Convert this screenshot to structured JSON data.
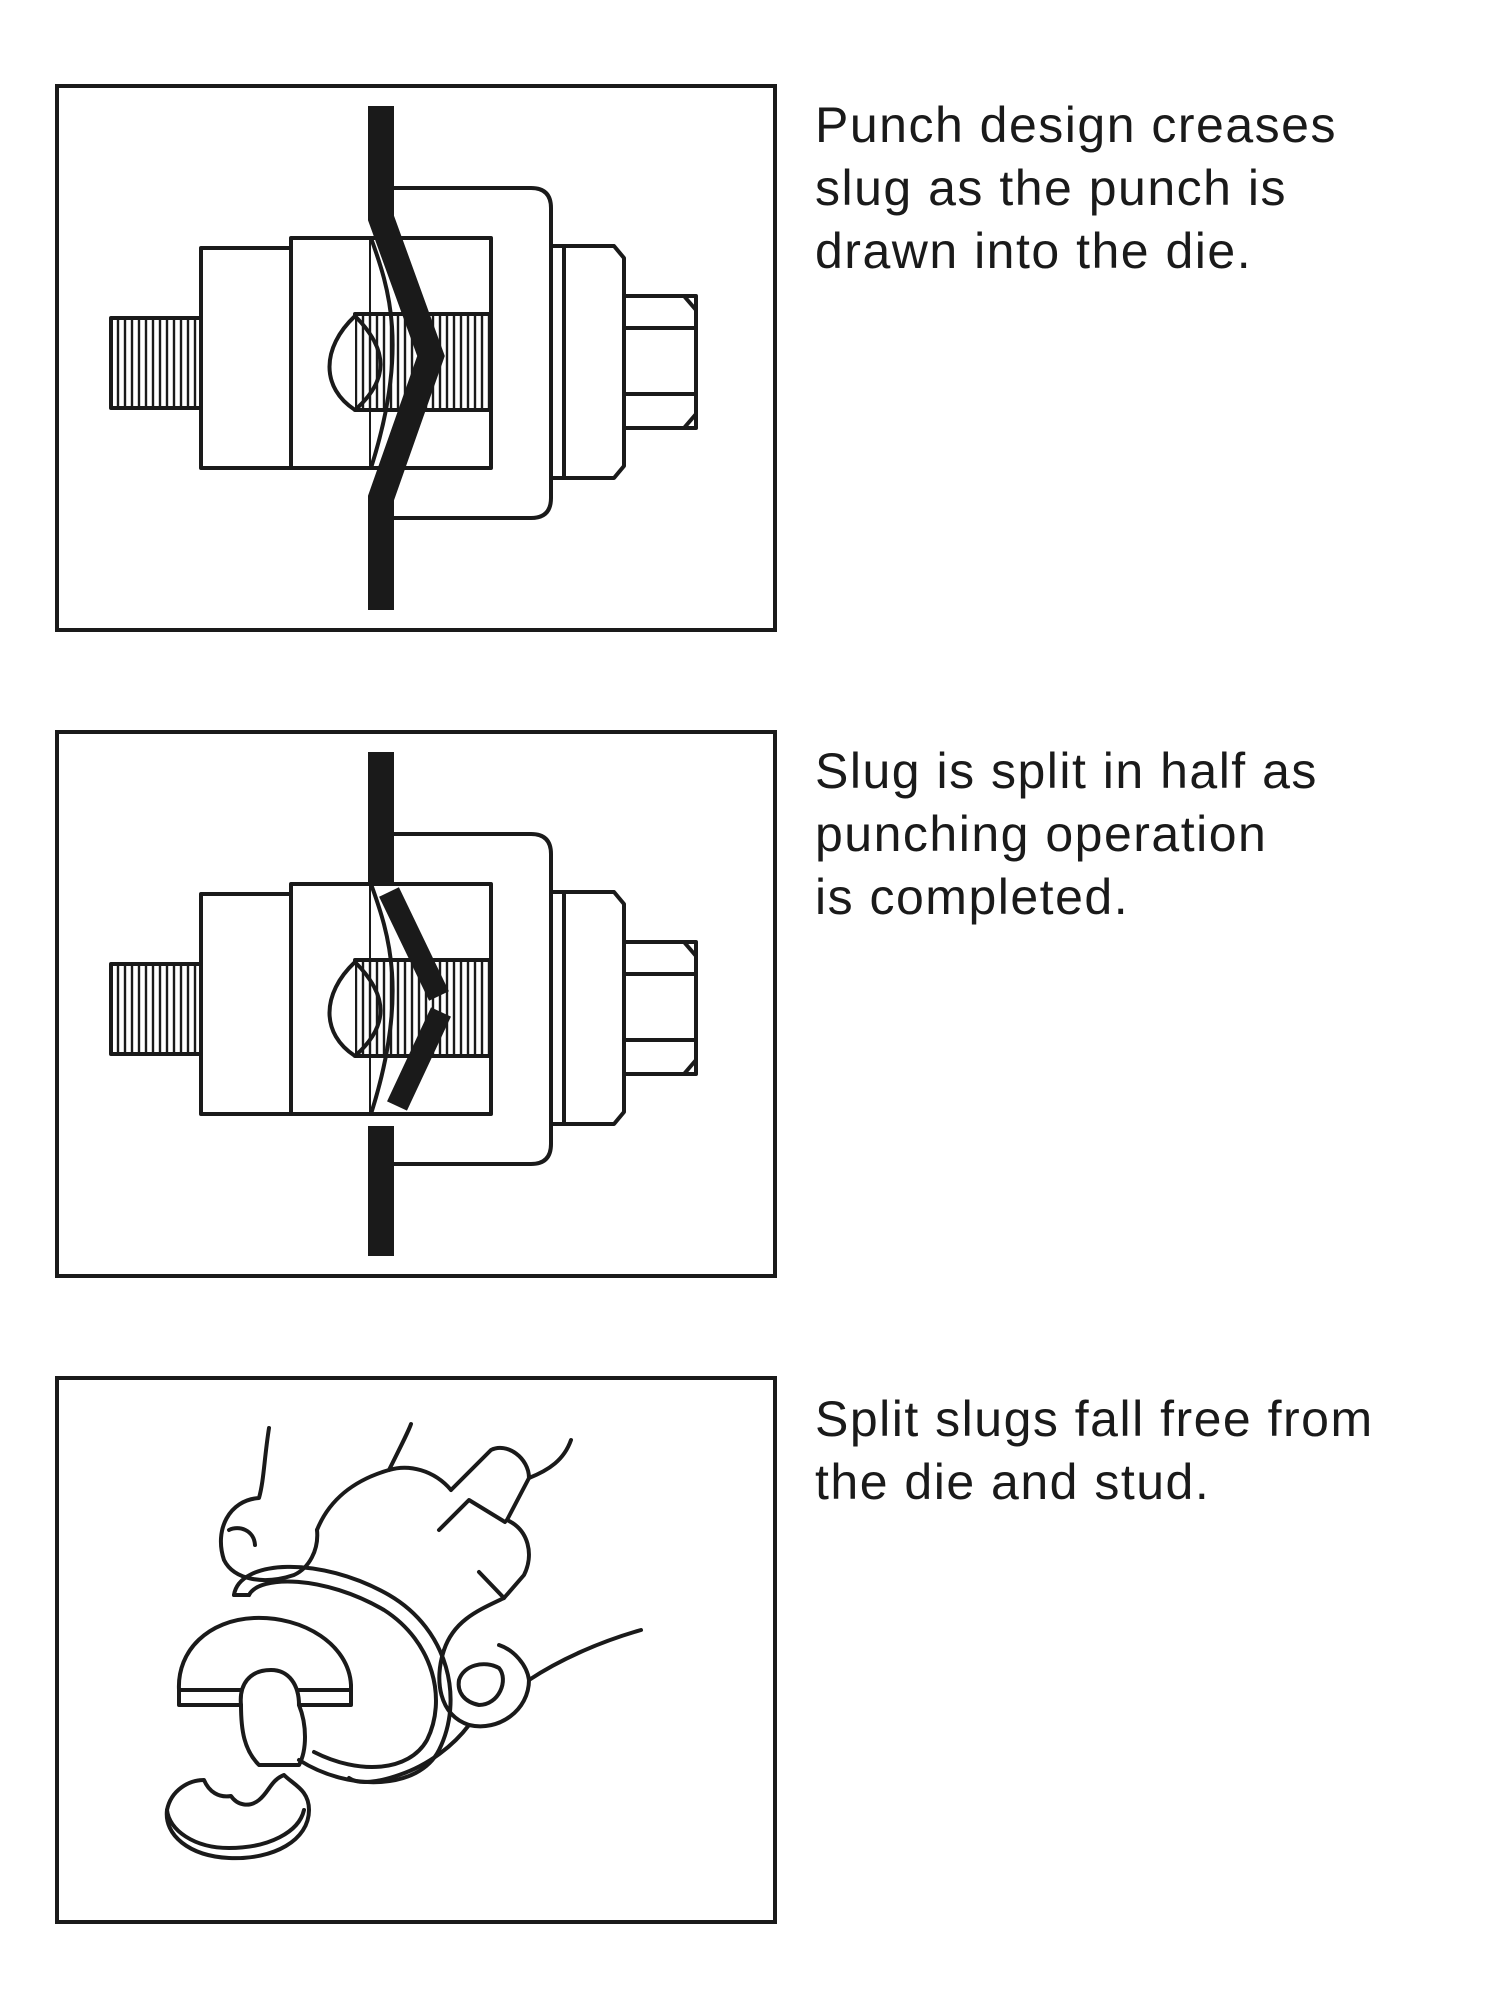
{
  "steps": [
    {
      "lines": [
        "Punch design creases",
        "slug as the punch is",
        "drawn into the die."
      ]
    },
    {
      "lines": [
        "Slug is split in half as",
        "punching operation",
        "is completed."
      ]
    },
    {
      "lines": [
        "Split slugs fall free from",
        "the die and stud."
      ]
    }
  ],
  "colors": {
    "ink": "#1a1a1a",
    "background": "#ffffff"
  }
}
